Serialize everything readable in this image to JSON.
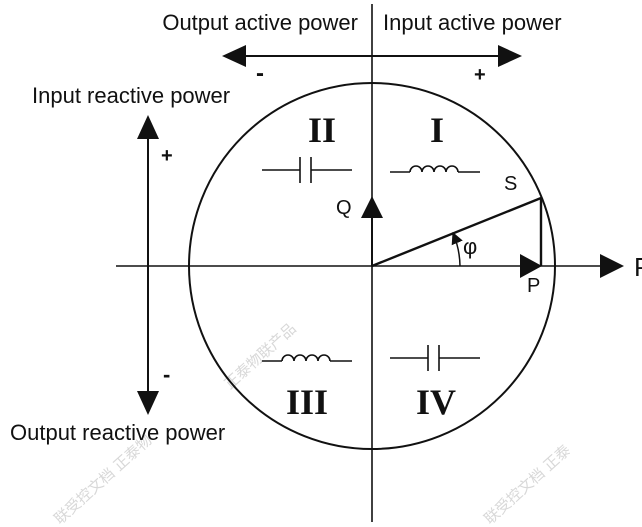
{
  "labels": {
    "output_active_power": "Output active power",
    "input_active_power": "Input active power",
    "input_reactive_power": "Input reactive power",
    "output_reactive_power": "Output reactive power",
    "minus_horizontal": "-",
    "plus_horizontal": "+",
    "plus_vertical": "+",
    "minus_vertical": "-",
    "axis_q": "Q",
    "axis_p": "P",
    "axis_p_right": "P",
    "vector_s": "S",
    "angle_phi": "φ"
  },
  "quadrants": {
    "q1": "I",
    "q2": "II",
    "q3": "III",
    "q4": "IV"
  },
  "component_icons": {
    "q1": "inductor-icon",
    "q2": "capacitor-icon",
    "q3": "inductor-icon",
    "q4": "capacitor-icon"
  },
  "watermark": {
    "text_1": "正泰物联产品",
    "text_2": "联受控文档 正泰物",
    "text_3": "联受控文档 正泰",
    "color": "#d8d8d8"
  }
}
